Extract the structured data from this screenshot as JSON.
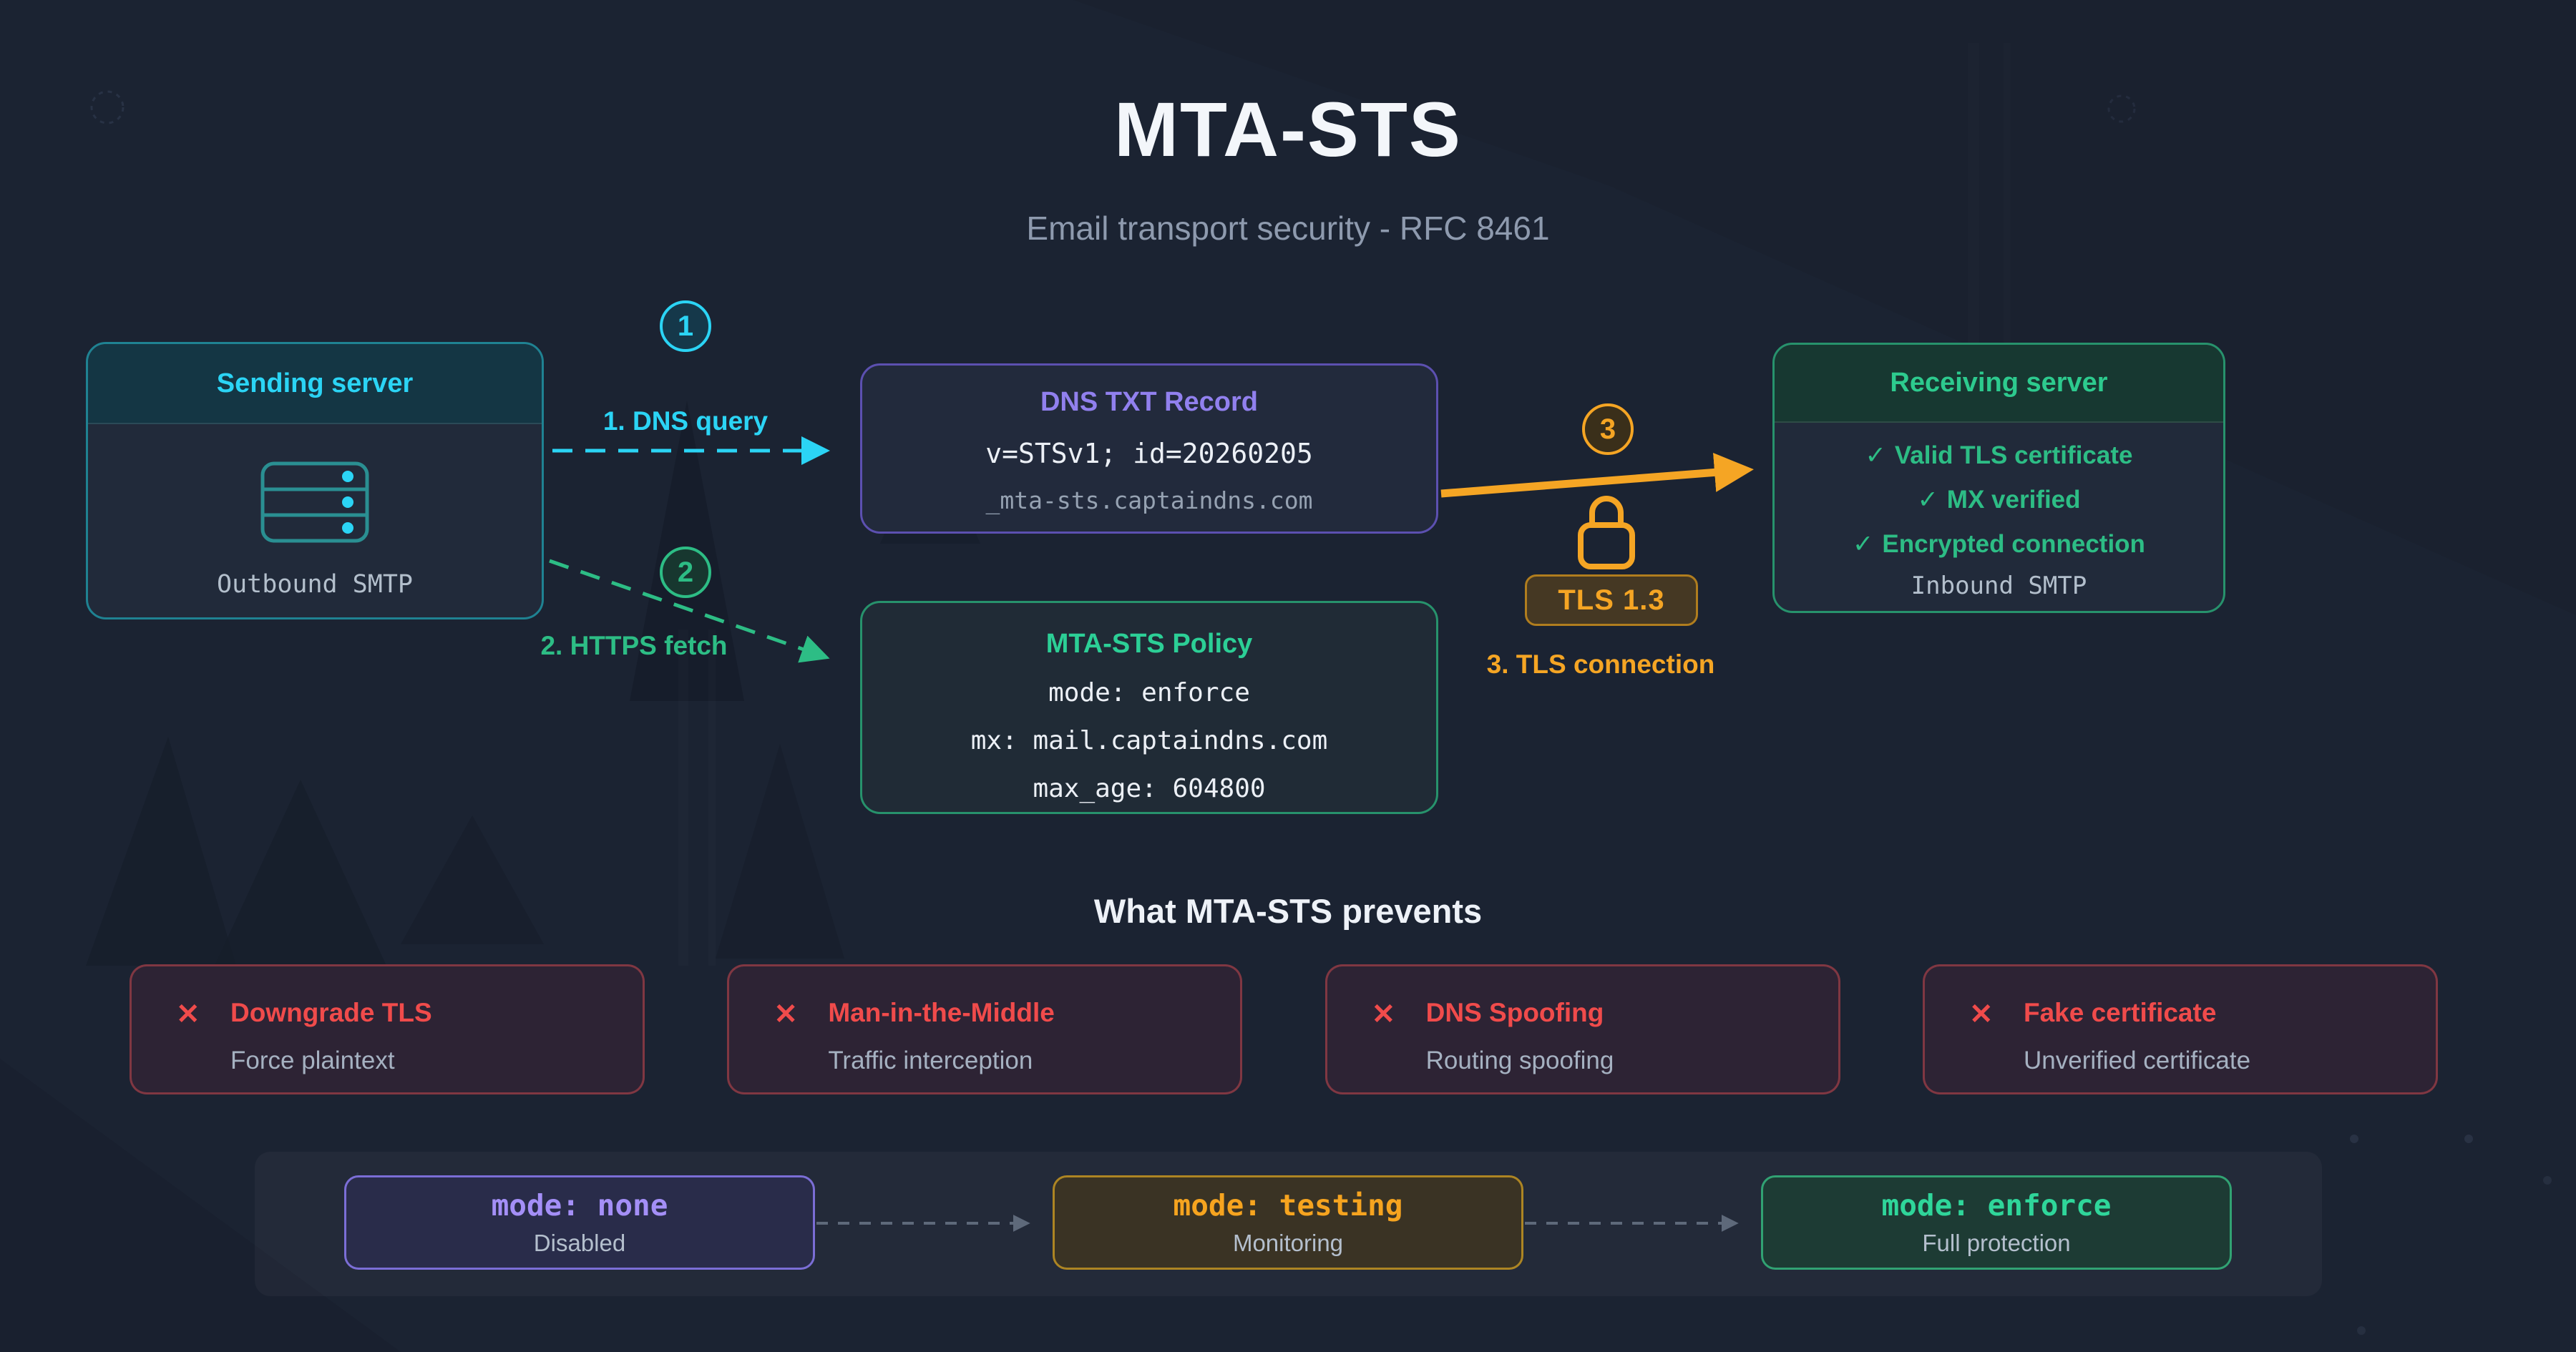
{
  "page": {
    "title": "MTA-STS",
    "subtitle": "Email transport security - RFC 8461"
  },
  "flow": {
    "sending_server": {
      "title": "Sending server",
      "caption": "Outbound SMTP"
    },
    "dns_record": {
      "title": "DNS TXT Record",
      "value": "v=STSv1; id=20260205",
      "host": "_mta-sts.captaindns.com"
    },
    "policy": {
      "title": "MTA-STS Policy",
      "lines": [
        "mode: enforce",
        "mx: mail.captaindns.com",
        "max_age: 604800"
      ]
    },
    "receiving_server": {
      "title": "Receiving server",
      "check_mark": "✓",
      "checks": [
        "Valid TLS certificate",
        "MX verified",
        "Encrypted connection"
      ],
      "caption": "Inbound SMTP"
    },
    "steps": [
      {
        "number": "1",
        "label": "1. DNS query",
        "color": "#2bd4f5"
      },
      {
        "number": "2",
        "label": "2. HTTPS fetch",
        "color": "#2dbd85"
      },
      {
        "number": "3",
        "label": "3. TLS connection",
        "color": "#f5a524"
      }
    ],
    "tls_badge": "TLS 1.3"
  },
  "prevents": {
    "heading": "What MTA-STS prevents",
    "x_mark": "✕",
    "items": [
      {
        "title": "Downgrade TLS",
        "subtitle": "Force plaintext"
      },
      {
        "title": "Man-in-the-Middle",
        "subtitle": "Traffic interception"
      },
      {
        "title": "DNS Spoofing",
        "subtitle": "Routing spoofing"
      },
      {
        "title": "Fake certificate",
        "subtitle": "Unverified certificate"
      }
    ]
  },
  "modes": {
    "items": [
      {
        "code": "mode: none",
        "label": "Disabled"
      },
      {
        "code": "mode: testing",
        "label": "Monitoring"
      },
      {
        "code": "mode: enforce",
        "label": "Full protection"
      }
    ]
  },
  "colors": {
    "background": "#1b2332",
    "cyan": "#2bd4f5",
    "teal_border": "#1f8292",
    "purple": "#9180ee",
    "purple_border": "#5c50b0",
    "green": "#2dbd85",
    "green_border": "#27926c",
    "orange": "#f5a524",
    "red": "#f04b4b",
    "text_light": "#f3f6fa",
    "text_muted": "#8e9aae"
  }
}
